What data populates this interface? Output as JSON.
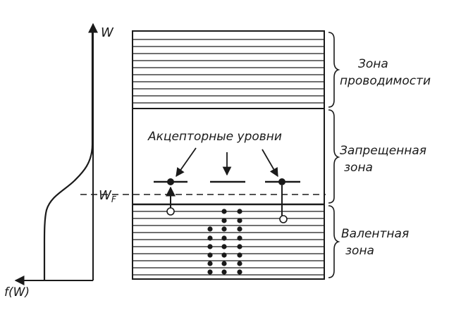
{
  "axis": {
    "energy_label": "W",
    "fermi_label": "W",
    "fermi_subscript": "F",
    "function_label": "f(W)"
  },
  "bands": {
    "conduction": [
      "Зона",
      "проводимости"
    ],
    "forbidden": [
      "Запрещенная",
      "зона"
    ],
    "valence": [
      "Валентная",
      "зона"
    ]
  },
  "annotation": {
    "acceptor_levels": "Акцепторные уровни"
  }
}
